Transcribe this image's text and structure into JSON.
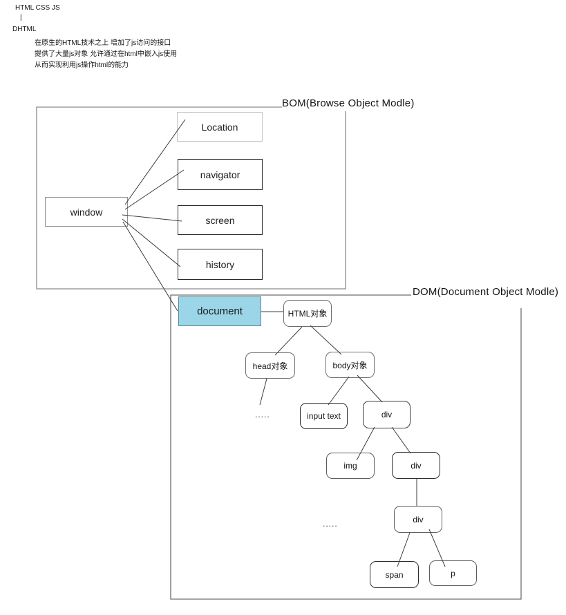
{
  "header": {
    "tech_stack": "HTML CSS JS",
    "connector": "|",
    "title": "DHTML",
    "desc_lines": [
      "在原生的HTML技术之上 增加了js访问的接口",
      "提供了大量js对象 允许通过在html中嵌入js使用",
      "从而实现利用js操作html的能力"
    ]
  },
  "bom": {
    "label": "BOM(Browse Object Modle)",
    "root": "window",
    "children": [
      "Location",
      "navigator",
      "screen",
      "history"
    ]
  },
  "dom": {
    "label": "DOM(Document Object Modle)",
    "document_label": "document",
    "nodes": {
      "html_object": "HTML对象",
      "head_object": "head对象",
      "body_object": "body对象",
      "input_text": "input text",
      "div_1": "div",
      "img": "img",
      "div_2": "div",
      "div_3": "div",
      "span": "span",
      "p": "p"
    },
    "ellipsis_head": ".....",
    "ellipsis_div": "....."
  },
  "colors": {
    "document_fill": "#9ad5e8",
    "document_border": "#5a8296",
    "line": "#3c3c3c"
  }
}
